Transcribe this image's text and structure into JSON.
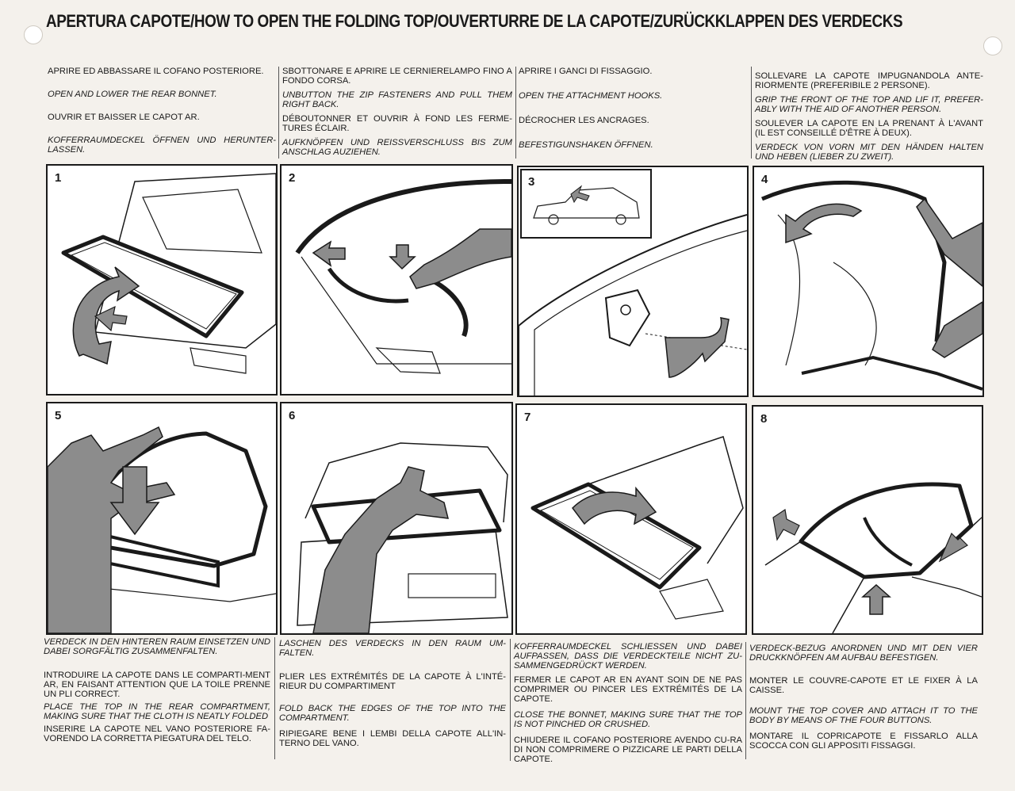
{
  "title": "APERTURA CAPOTE/HOW TO OPEN THE FOLDING TOP/OUVERTURRE DE LA CAPOTE/ZURÜCKKLAPPEN DES VERDECKS",
  "top_instructions": [
    {
      "it": "APRIRE ED ABBASSARE IL COFANO POSTERIORE.",
      "en": "OPEN AND LOWER THE REAR BONNET.",
      "fr": "OUVRIR ET BAISSER LE CAPOT AR.",
      "de": "KOFFERRAUMDECKEL ÖFFNEN UND HERUNTER-LASSEN."
    },
    {
      "it": "SBOTTONARE E APRIRE LE CERNIERELAMPO FINO A FONDO CORSA.",
      "en": "UNBUTTON THE ZIP FASTENERS AND PULL THEM RIGHT BACK.",
      "fr": "DÉBOUTONNER ET OUVRIR À FOND LES FERME-TURES ÉCLAIR.",
      "de": "AUFKNÖPFEN UND REISSVERSCHLUSS BIS ZUM ANSCHLAG AUZIEHEN."
    },
    {
      "it": "APRIRE I GANCI DI FISSAGGIO.",
      "en": "OPEN THE ATTACHMENT HOOKS.",
      "fr": "DÉCROCHER LES ANCRAGES.",
      "de": "BEFESTIGUNSHAKEN ÖFFNEN."
    },
    {
      "it": "SOLLEVARE LA CAPOTE IMPUGNANDOLA ANTE-RIORMENTE (PREFERIBILE 2 PERSONE).",
      "en": "GRIP THE FRONT OF THE TOP AND LIF IT, PREFER-ABLY WITH THE AID OF ANOTHER PERSON.",
      "fr": "SOULEVER LA CAPOTE EN LA PRENANT À L'AVANT (IL EST CONSEILLÉ D'ÊTRE À DEUX).",
      "de": "VERDECK VON VORN MIT DEN HÄNDEN HALTEN UND HEBEN (LIEBER ZU ZWEIT)."
    }
  ],
  "bottom_instructions": [
    {
      "de": "VERDECK IN DEN HINTEREN RAUM EINSETZEN UND DABEI SORGFÄLTIG ZUSAMMENFALTEN.",
      "fr": "INTRODUIRE LA CAPOTE DANS LE COMPARTI-MENT AR, EN FAISANT ATTENTION QUE LA TOILE PRENNE UN PLI CORRECT.",
      "en": "PLACE THE TOP IN THE REAR COMPARTMENT, MAKING SURE THAT THE CLOTH IS NEATLY FOLDED",
      "it": "INSERIRE LA CAPOTE NEL VANO POSTERIORE FA-VORENDO LA CORRETTA PIEGATURA DEL TELO."
    },
    {
      "de": "LASCHEN DES VERDECKS IN DEN RAUM UM-FALTEN.",
      "fr": "PLIER LES EXTRÉMITÉS DE LA CAPOTE À L'INTÉ-RIEUR DU COMPARTIMENT",
      "en": "FOLD BACK THE EDGES OF THE TOP INTO THE COMPARTMENT.",
      "it": "RIPIEGARE BENE I LEMBI DELLA CAPOTE ALL'IN-TERNO DEL VANO."
    },
    {
      "de": "KOFFERRAUMDECKEL SCHLIESSEN UND DABEI AUFPASSEN, DASS DIE VERDECKTEILE NICHT ZU-SAMMENGEDRÜCKT WERDEN.",
      "fr": "FERMER LE CAPOT AR EN AYANT SOIN DE NE PAS COMPRIMER OU PINCER LES EXTRÉMITÉS DE LA CAPOTE.",
      "en": "CLOSE THE BONNET, MAKING SURE THAT THE TOP IS NOT PINCHED OR CRUSHED.",
      "it": "CHIUDERE IL COFANO POSTERIORE AVENDO CU-RA DI NON COMPRIMERE O PIZZICARE LE PARTI DELLA CAPOTE."
    },
    {
      "de": "VERDECK-BEZUG ANORDNEN UND MIT DEN VIER DRUCKKNÖPFEN AM AUFBAU BEFESTIGEN.",
      "fr": "MONTER LE COUVRE-CAPOTE ET LE FIXER À LA CAISSE.",
      "en": "MOUNT THE TOP COVER AND ATTACH IT TO THE BODY BY MEANS OF THE FOUR BUTTONS.",
      "it": "MONTARE IL COPRICAPOTE E FISSARLO ALLA SCOCCA CON GLI APPOSITI FISSAGGI."
    }
  ],
  "steps": [
    "1",
    "2",
    "3",
    "4",
    "5",
    "6",
    "7",
    "8"
  ],
  "colors": {
    "ink": "#1a1a1a",
    "figure": "#8c8c8c",
    "paper": "#f4f1ec"
  }
}
